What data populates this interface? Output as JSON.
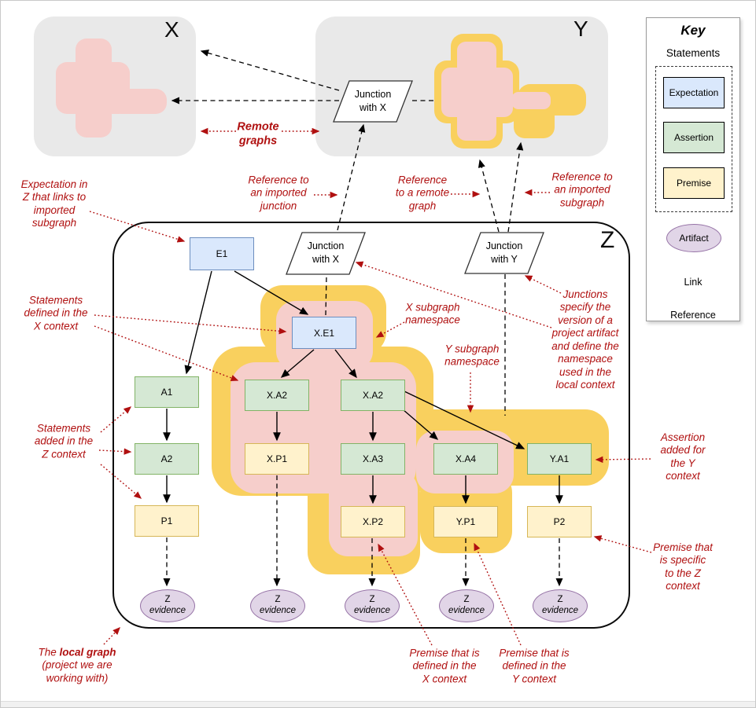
{
  "remote": {
    "x_label": "X",
    "y_label": "Y"
  },
  "local": {
    "z_label": "Z"
  },
  "junctions": [
    {
      "label": "Junction\nwith X"
    },
    {
      "label": "Junction\nwith X"
    },
    {
      "label": "Junction\nwith Y"
    }
  ],
  "nodes": [
    {
      "label": "E1",
      "type": "expectation"
    },
    {
      "label": "X.E1",
      "type": "expectation"
    },
    {
      "label": "A1",
      "type": "assertion"
    },
    {
      "label": "A2",
      "type": "assertion"
    },
    {
      "label": "P1",
      "type": "premise"
    },
    {
      "label": "X.A2",
      "type": "assertion"
    },
    {
      "label": "X.P1",
      "type": "premise"
    },
    {
      "label": "X.A2",
      "type": "assertion"
    },
    {
      "label": "X.A3",
      "type": "assertion"
    },
    {
      "label": "X.P2",
      "type": "premise"
    },
    {
      "label": "X.A4",
      "type": "assertion"
    },
    {
      "label": "Y.P1",
      "type": "premise"
    },
    {
      "label": "Y.A1",
      "type": "assertion"
    },
    {
      "label": "P2",
      "type": "premise"
    }
  ],
  "evidence": {
    "line1": "Z",
    "line2": "evidence"
  },
  "key": {
    "title": "Key",
    "statements_label": "Statements",
    "items": [
      {
        "label": "Expectation"
      },
      {
        "label": "Assertion"
      },
      {
        "label": "Premise"
      }
    ],
    "artifact_label": "Artifact",
    "link_label": "Link",
    "reference_label": "Reference"
  },
  "annotations": {
    "remote_graphs": "Remote\ngraphs",
    "expectation_note": "Expectation in\nZ that links to\nimported\nsubgraph",
    "ref_imported_junction": "Reference to\nan imported\njunction",
    "ref_remote_graph": "Reference\nto a remote\ngraph",
    "ref_imported_subgraph": "Reference to\nan imported\nsubgraph",
    "x_namespace": "X subgraph\nnamespace",
    "y_namespace": "Y subgraph\nnamespace",
    "junctions_note": "Junctions\nspecify the\nversion of a\nproject artifact\nand define the\nnamespace\nused in the\nlocal context",
    "statements_x": "Statements\ndefined in the\nX context",
    "statements_z": "Statements\nadded in the\nZ context",
    "assertion_y": "Assertion\nadded for\nthe Y\ncontext",
    "premise_z": "Premise that\nis specific\nto the Z\ncontext",
    "premise_x": "Premise that is\ndefined in the\nX context",
    "premise_y": "Premise that is\ndefined in the\nY context",
    "local_graph_prefix": "The ",
    "local_graph_bold": "local graph",
    "local_graph_suffix": "(project we are\nworking with)"
  },
  "colors": {
    "expectation_fill": "#DAE8FC",
    "expectation_stroke": "#6C8EBF",
    "assertion_fill": "#D5E8D4",
    "assertion_stroke": "#82B366",
    "premise_fill": "#FFF2CC",
    "premise_stroke": "#D6B656",
    "artifact_fill": "#E1D5E7",
    "artifact_stroke": "#9673A6",
    "x_namespace_fill": "#F6CECB",
    "y_namespace_fill": "#F9D05E",
    "remote_graph_fill": "#E9E9E9",
    "annotation_red": "#B01010"
  }
}
